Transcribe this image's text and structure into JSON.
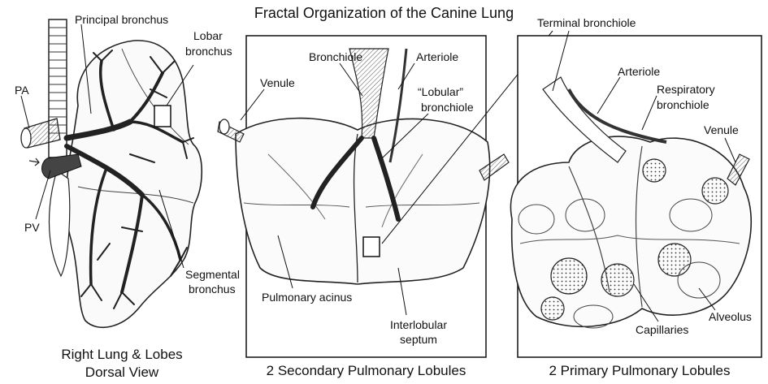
{
  "title": "Fractal Organization of the Canine Lung",
  "panels": {
    "lung": {
      "caption_line1": "Right Lung & Lobes",
      "caption_line2": "Dorsal View",
      "labels": {
        "principal_bronchus": "Principal bronchus",
        "lobar_bronchus_1": "Lobar",
        "lobar_bronchus_2": "bronchus",
        "pa": "PA",
        "pv": "PV",
        "segmental_bronchus_1": "Segmental",
        "segmental_bronchus_2": "bronchus"
      }
    },
    "secondary": {
      "caption": "2 Secondary Pulmonary Lobules",
      "labels": {
        "venule": "Venule",
        "bronchiole": "Bronchiole",
        "arteriole": "Arteriole",
        "lobular_bronchiole_1": "“Lobular”",
        "lobular_bronchiole_2": "bronchiole",
        "pulmonary_acinus": "Pulmonary acinus",
        "interlobular_septum_1": "Interlobular",
        "interlobular_septum_2": "septum"
      }
    },
    "primary": {
      "caption": "2 Primary Pulmonary Lobules",
      "labels": {
        "terminal_bronchiole": "Terminal bronchiole",
        "arteriole": "Arteriole",
        "respiratory_bronchiole_1": "Respiratory",
        "respiratory_bronchiole_2": "bronchiole",
        "venule": "Venule",
        "alveolus": "Alveolus",
        "capillaries": "Capillaries"
      }
    }
  }
}
